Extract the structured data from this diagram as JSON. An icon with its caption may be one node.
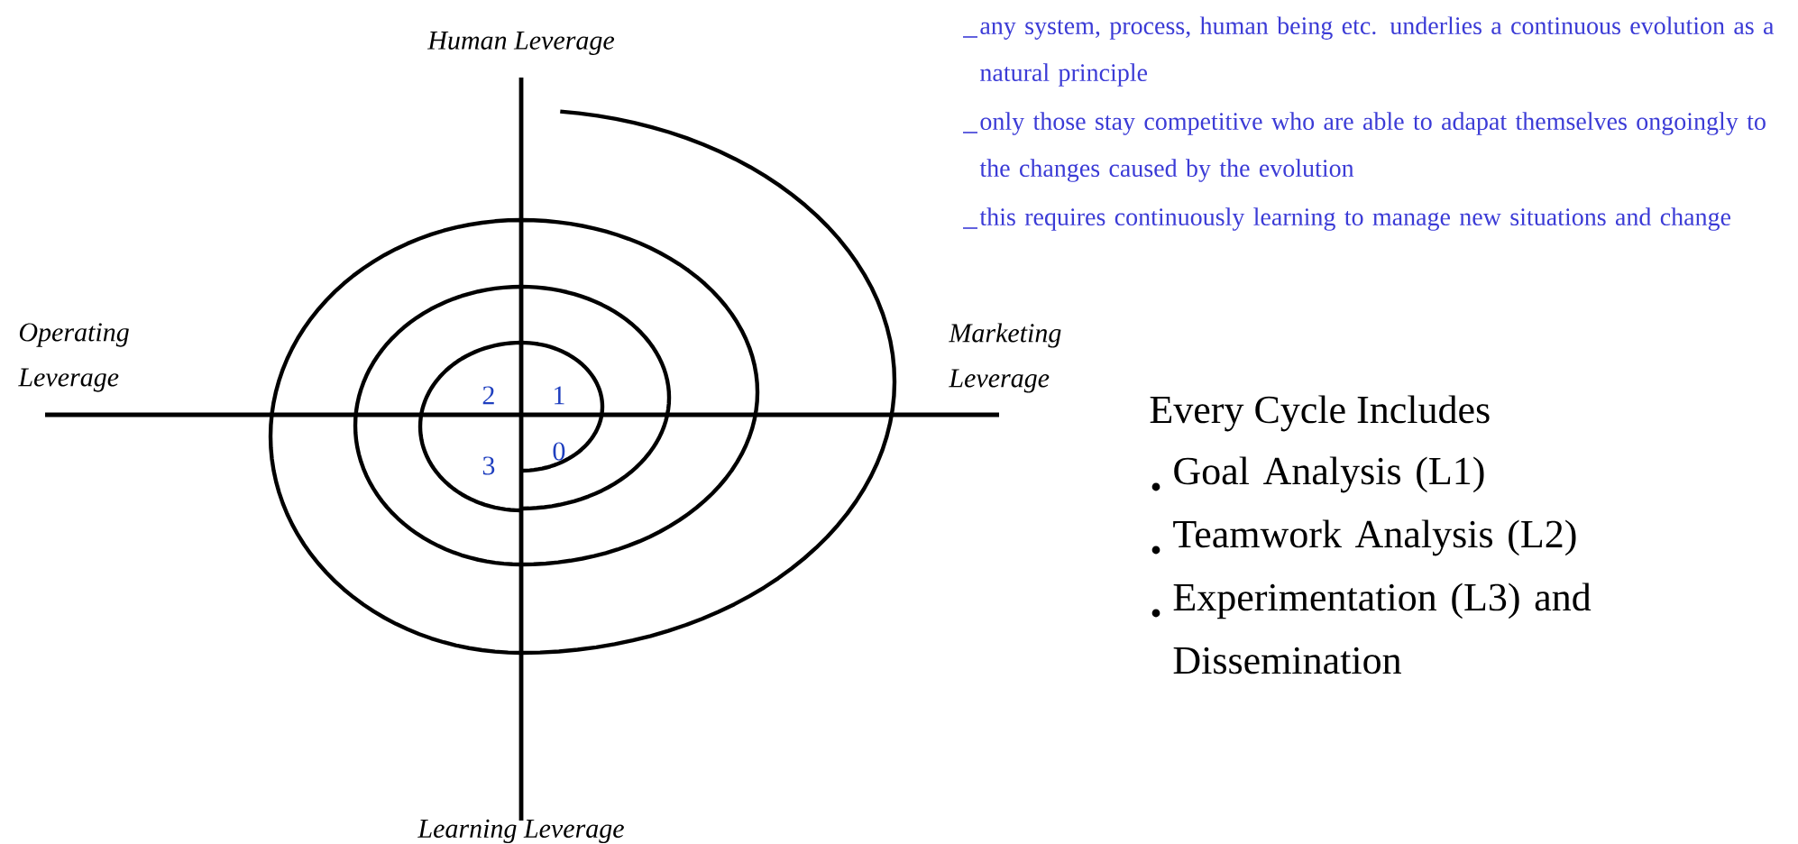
{
  "diagram": {
    "labels": [
      "Human Leverage",
      "any system, process, human being etc. underlies a continuous evolution as a natural principle",
      "only those stay competitive who are able to adapat themselves ongoingly to the changes caused by the evolution",
      "this requires continuously learning to manage new situations and change",
      "Operating Leverage",
      "Marketing Leverage",
      "2",
      "1",
      "Every Cycle Includes",
      "3",
      "0",
      "Goal Analysis (L1)",
      "Teamwork Analysis (L2)",
      "Experimentation (L3) and Dissemination",
      "Learning Leverage"
    ]
  }
}
